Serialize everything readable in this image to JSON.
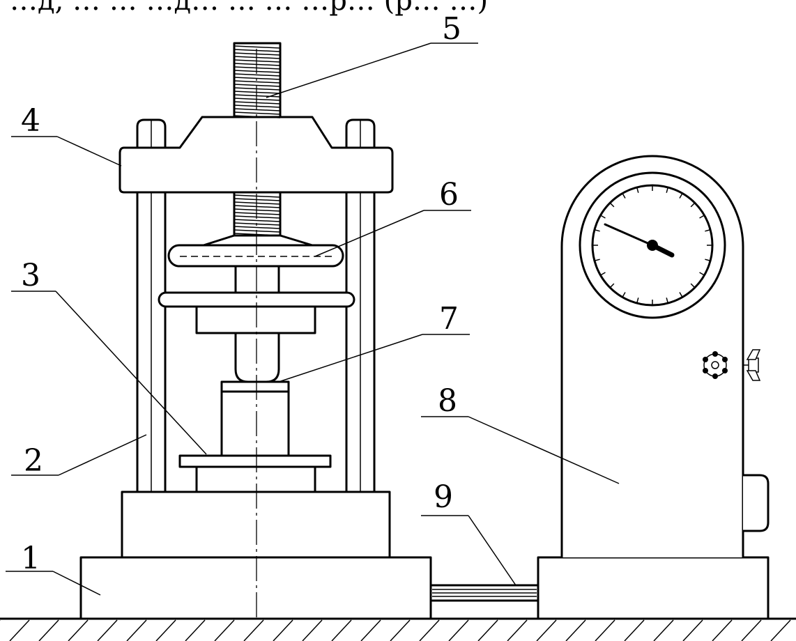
{
  "header_fragment": "…д, … …  …д… … … …р… (р… …)",
  "callouts": [
    {
      "id": "callout-1",
      "label": "1"
    },
    {
      "id": "callout-2",
      "label": "2"
    },
    {
      "id": "callout-3",
      "label": "3"
    },
    {
      "id": "callout-4",
      "label": "4"
    },
    {
      "id": "callout-5",
      "label": "5"
    },
    {
      "id": "callout-6",
      "label": "6"
    },
    {
      "id": "callout-7",
      "label": "7"
    },
    {
      "id": "callout-8",
      "label": "8"
    },
    {
      "id": "callout-9",
      "label": "9"
    }
  ]
}
